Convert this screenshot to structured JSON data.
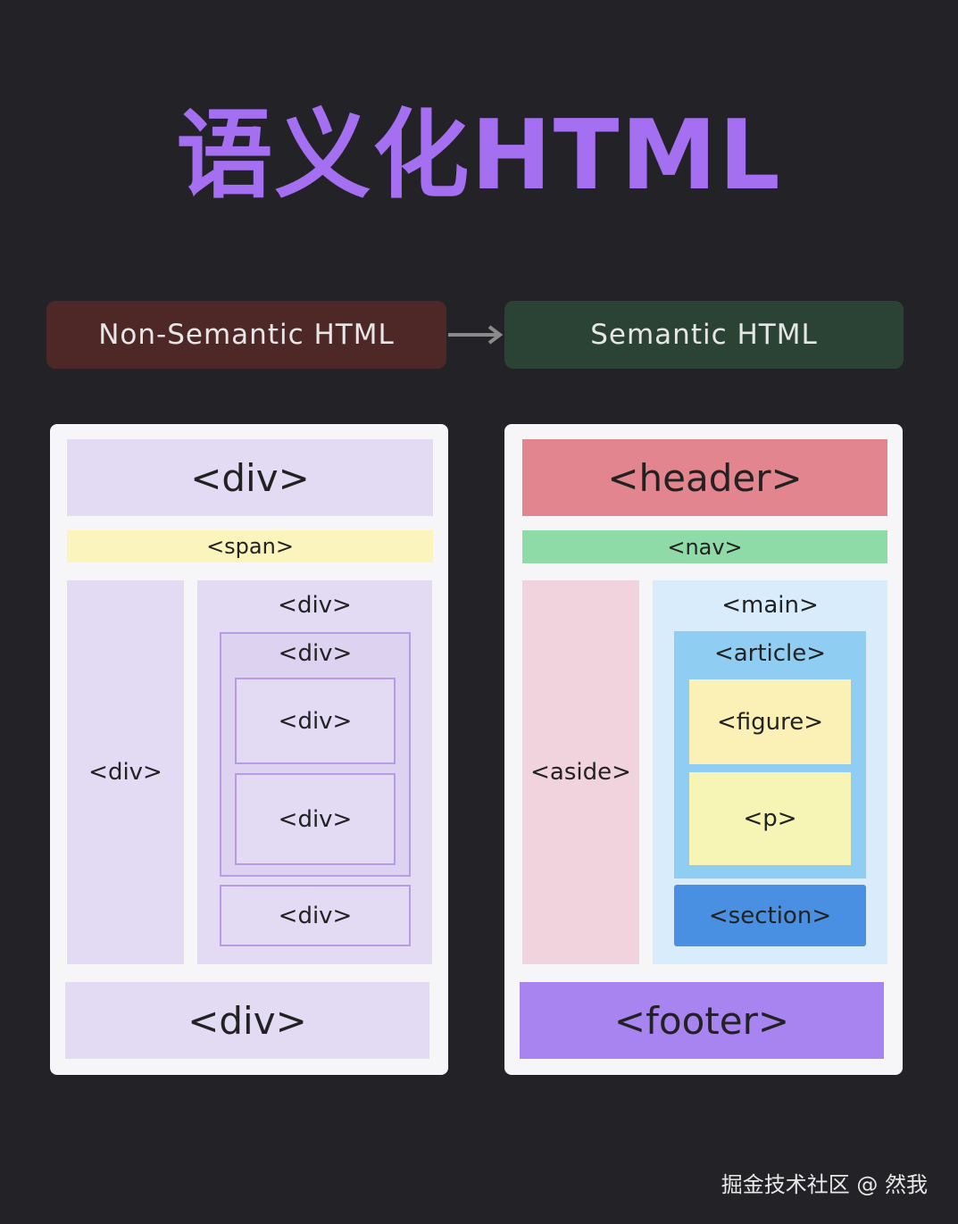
{
  "title": "语义化HTML",
  "headers": {
    "left": "Non-Semantic HTML",
    "right": "Semantic HTML"
  },
  "left_panel": {
    "top": "<div>",
    "bar": "<span>",
    "side": "<div>",
    "main": "<div>",
    "inner_group": "<div>",
    "inner_box_1": "<div>",
    "inner_box_2": "<div>",
    "bottom_box": "<div>",
    "footer": "<div>"
  },
  "right_panel": {
    "header": "<header>",
    "nav": "<nav>",
    "aside": "<aside>",
    "main": "<main>",
    "article": "<article>",
    "figure": "<figure>",
    "p": "<p>",
    "section": "<section>",
    "footer": "<footer>"
  },
  "watermark": "掘金技术社区 @ 然我",
  "colors": {
    "title": "#a46ff0",
    "header": "#e2858f",
    "nav": "#8fdba8",
    "aside": "#f0d3dc",
    "main": "#d8ecfb",
    "article": "#8fcdf2",
    "figure": "#fbf1b6",
    "p": "#f6f5b6",
    "section": "#4a90e2",
    "footer": "#a884f0",
    "span": "#fbf5bd"
  }
}
